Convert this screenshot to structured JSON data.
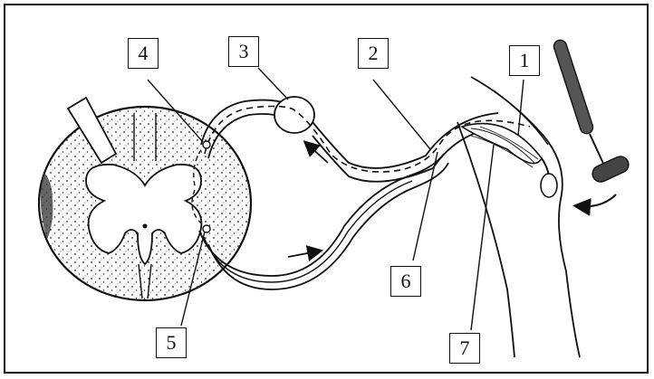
{
  "diagram": {
    "labels": [
      {
        "id": "1",
        "text": "1"
      },
      {
        "id": "2",
        "text": "2"
      },
      {
        "id": "3",
        "text": "3"
      },
      {
        "id": "4",
        "text": "4"
      },
      {
        "id": "5",
        "text": "5"
      },
      {
        "id": "6",
        "text": "6"
      },
      {
        "id": "7",
        "text": "7"
      }
    ]
  }
}
